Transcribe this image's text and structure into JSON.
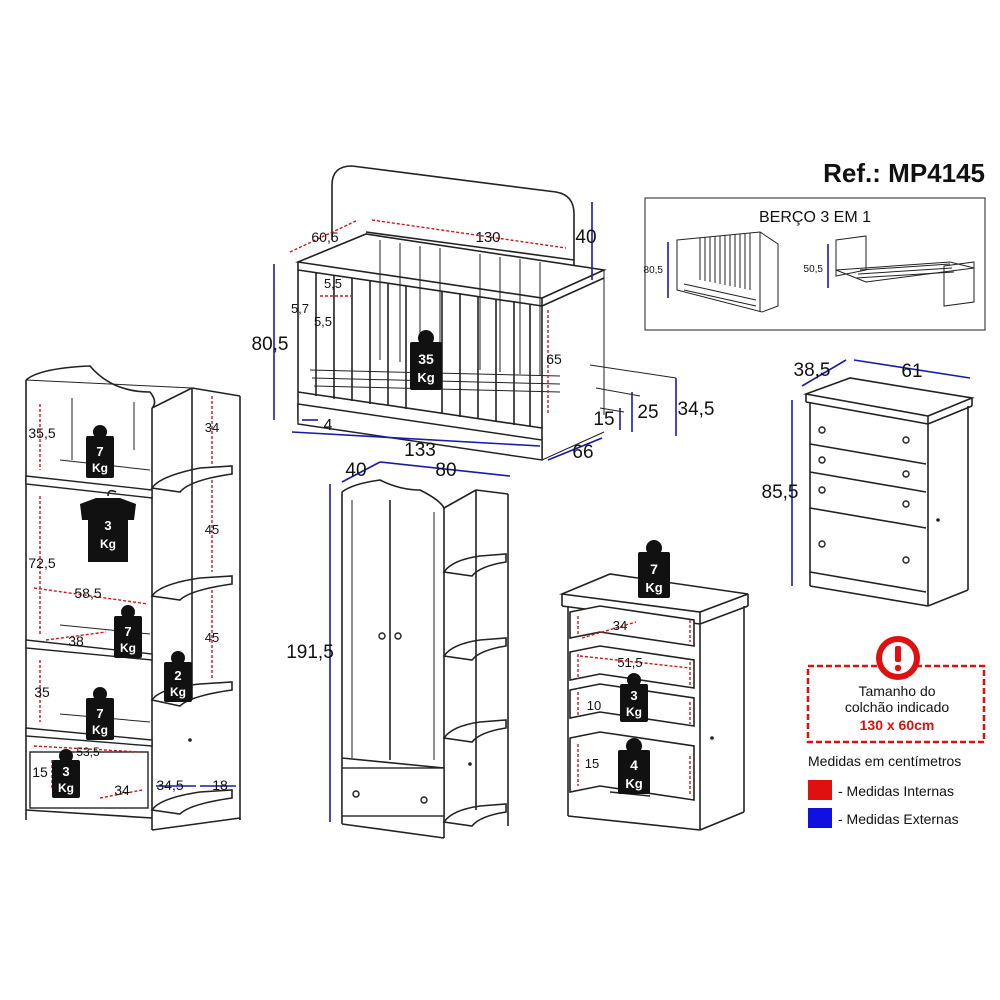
{
  "ref": "Ref.: MP4145",
  "crib": {
    "w130": "130",
    "d605": "60,5",
    "h40": "40",
    "h805": "80,5",
    "s55a": "5,5",
    "s57": "5,7",
    "s55b": "5,5",
    "h65": "65",
    "w4": "4",
    "w133": "133",
    "d66": "66",
    "h15": "15",
    "h25": "25",
    "h345": "34,5",
    "weight_num": "35",
    "weight_unit": "Kg"
  },
  "convertible": {
    "title": "BERÇO 3 EM 1",
    "h_left": "80,5",
    "h_right": "50,5"
  },
  "shelf_unit": {
    "h355": "35,5",
    "h725": "72,5",
    "w585": "58,5",
    "w38": "38",
    "h35": "35",
    "w535": "53,5",
    "h15": "15",
    "w34": "34",
    "w345": "34,5",
    "w18": "18",
    "s34": "34",
    "s45a": "45",
    "s45b": "45",
    "weights": [
      {
        "num": "7",
        "unit": "Kg"
      },
      {
        "num": "3",
        "unit": "Kg"
      },
      {
        "num": "7",
        "unit": "Kg"
      },
      {
        "num": "2",
        "unit": "Kg"
      },
      {
        "num": "7",
        "unit": "Kg"
      },
      {
        "num": "3",
        "unit": "Kg"
      }
    ]
  },
  "wardrobe": {
    "d40": "40",
    "w80": "80",
    "h1915": "191,5"
  },
  "dresser_small": {
    "w34": "34",
    "w515": "51,5",
    "h10": "10",
    "h15": "15",
    "weights": [
      {
        "num": "7",
        "unit": "Kg"
      },
      {
        "num": "3",
        "unit": "Kg"
      },
      {
        "num": "4",
        "unit": "Kg"
      }
    ]
  },
  "dresser_tall": {
    "d385": "38,5",
    "w61": "61",
    "h855": "85,5"
  },
  "notice": {
    "line1": "Tamanho do",
    "line2": "colchão indicado",
    "line3": "130 x 60cm"
  },
  "legend": {
    "heading": "Medidas em centímetros",
    "items": [
      {
        "label": "- Medidas Internas",
        "color": "#e01010"
      },
      {
        "label": "- Medidas Externas",
        "color": "#1010e0"
      }
    ]
  },
  "colors": {
    "internal": "#d01818",
    "external": "#1a1aa8",
    "warning": "#e01010"
  }
}
